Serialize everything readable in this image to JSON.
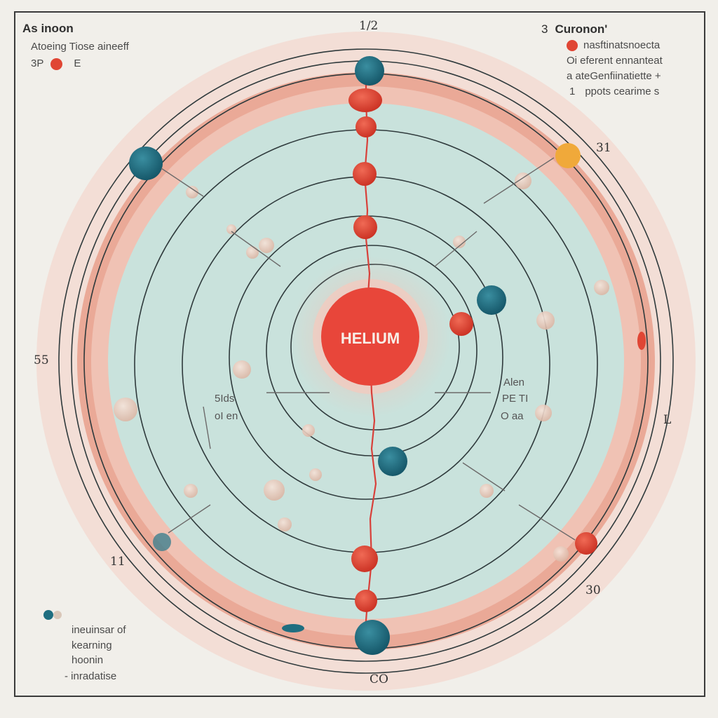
{
  "colors": {
    "background": "#f1efea",
    "frame": "#3b3b3b",
    "outer_halo": "#f3d8cf",
    "pink_band": "#e9a996",
    "inner_disc": "#c9e2dc",
    "nucleus": "#e8463a",
    "electron_teal": "#1f6e80",
    "electron_red": "#e04634",
    "electron_gold": "#f0a93a",
    "particle_pale": "#e9c9bb",
    "orbit_line": "#2f3a3c",
    "bond_line": "#d8403a"
  },
  "nucleus": {
    "label": "HELIUM"
  },
  "legend_left": {
    "title": "As inoon",
    "line1": "Atoeing Tiose aineeff",
    "line2_prefix": "3P",
    "line2_suffix": "E"
  },
  "legend_right": {
    "prefix": "3",
    "title": "Curonon'",
    "line1": "nasftinatsnoecta",
    "line2": "Oi eferent ennanteat",
    "line3": "a ateGenfiinatiette +",
    "line4_prefix": "1",
    "line4": "ppots cearime s"
  },
  "legend_bottom": {
    "line1": "ineuinsar of",
    "line2": "kearning",
    "line3": "hoonin",
    "line4": "- inradatise"
  },
  "labels": {
    "top_number": "1/2",
    "right_upper_number": "31",
    "left_number": "55",
    "left_lower_number": "11",
    "right_lower_number": "30",
    "bottom_number": "CO",
    "right_edge_mark": "L",
    "inner_left_1": "5Ids",
    "inner_left_2": "oI en",
    "inner_right_1": "Alen",
    "inner_right_2": "PE TI",
    "inner_right_3": "O aa"
  }
}
